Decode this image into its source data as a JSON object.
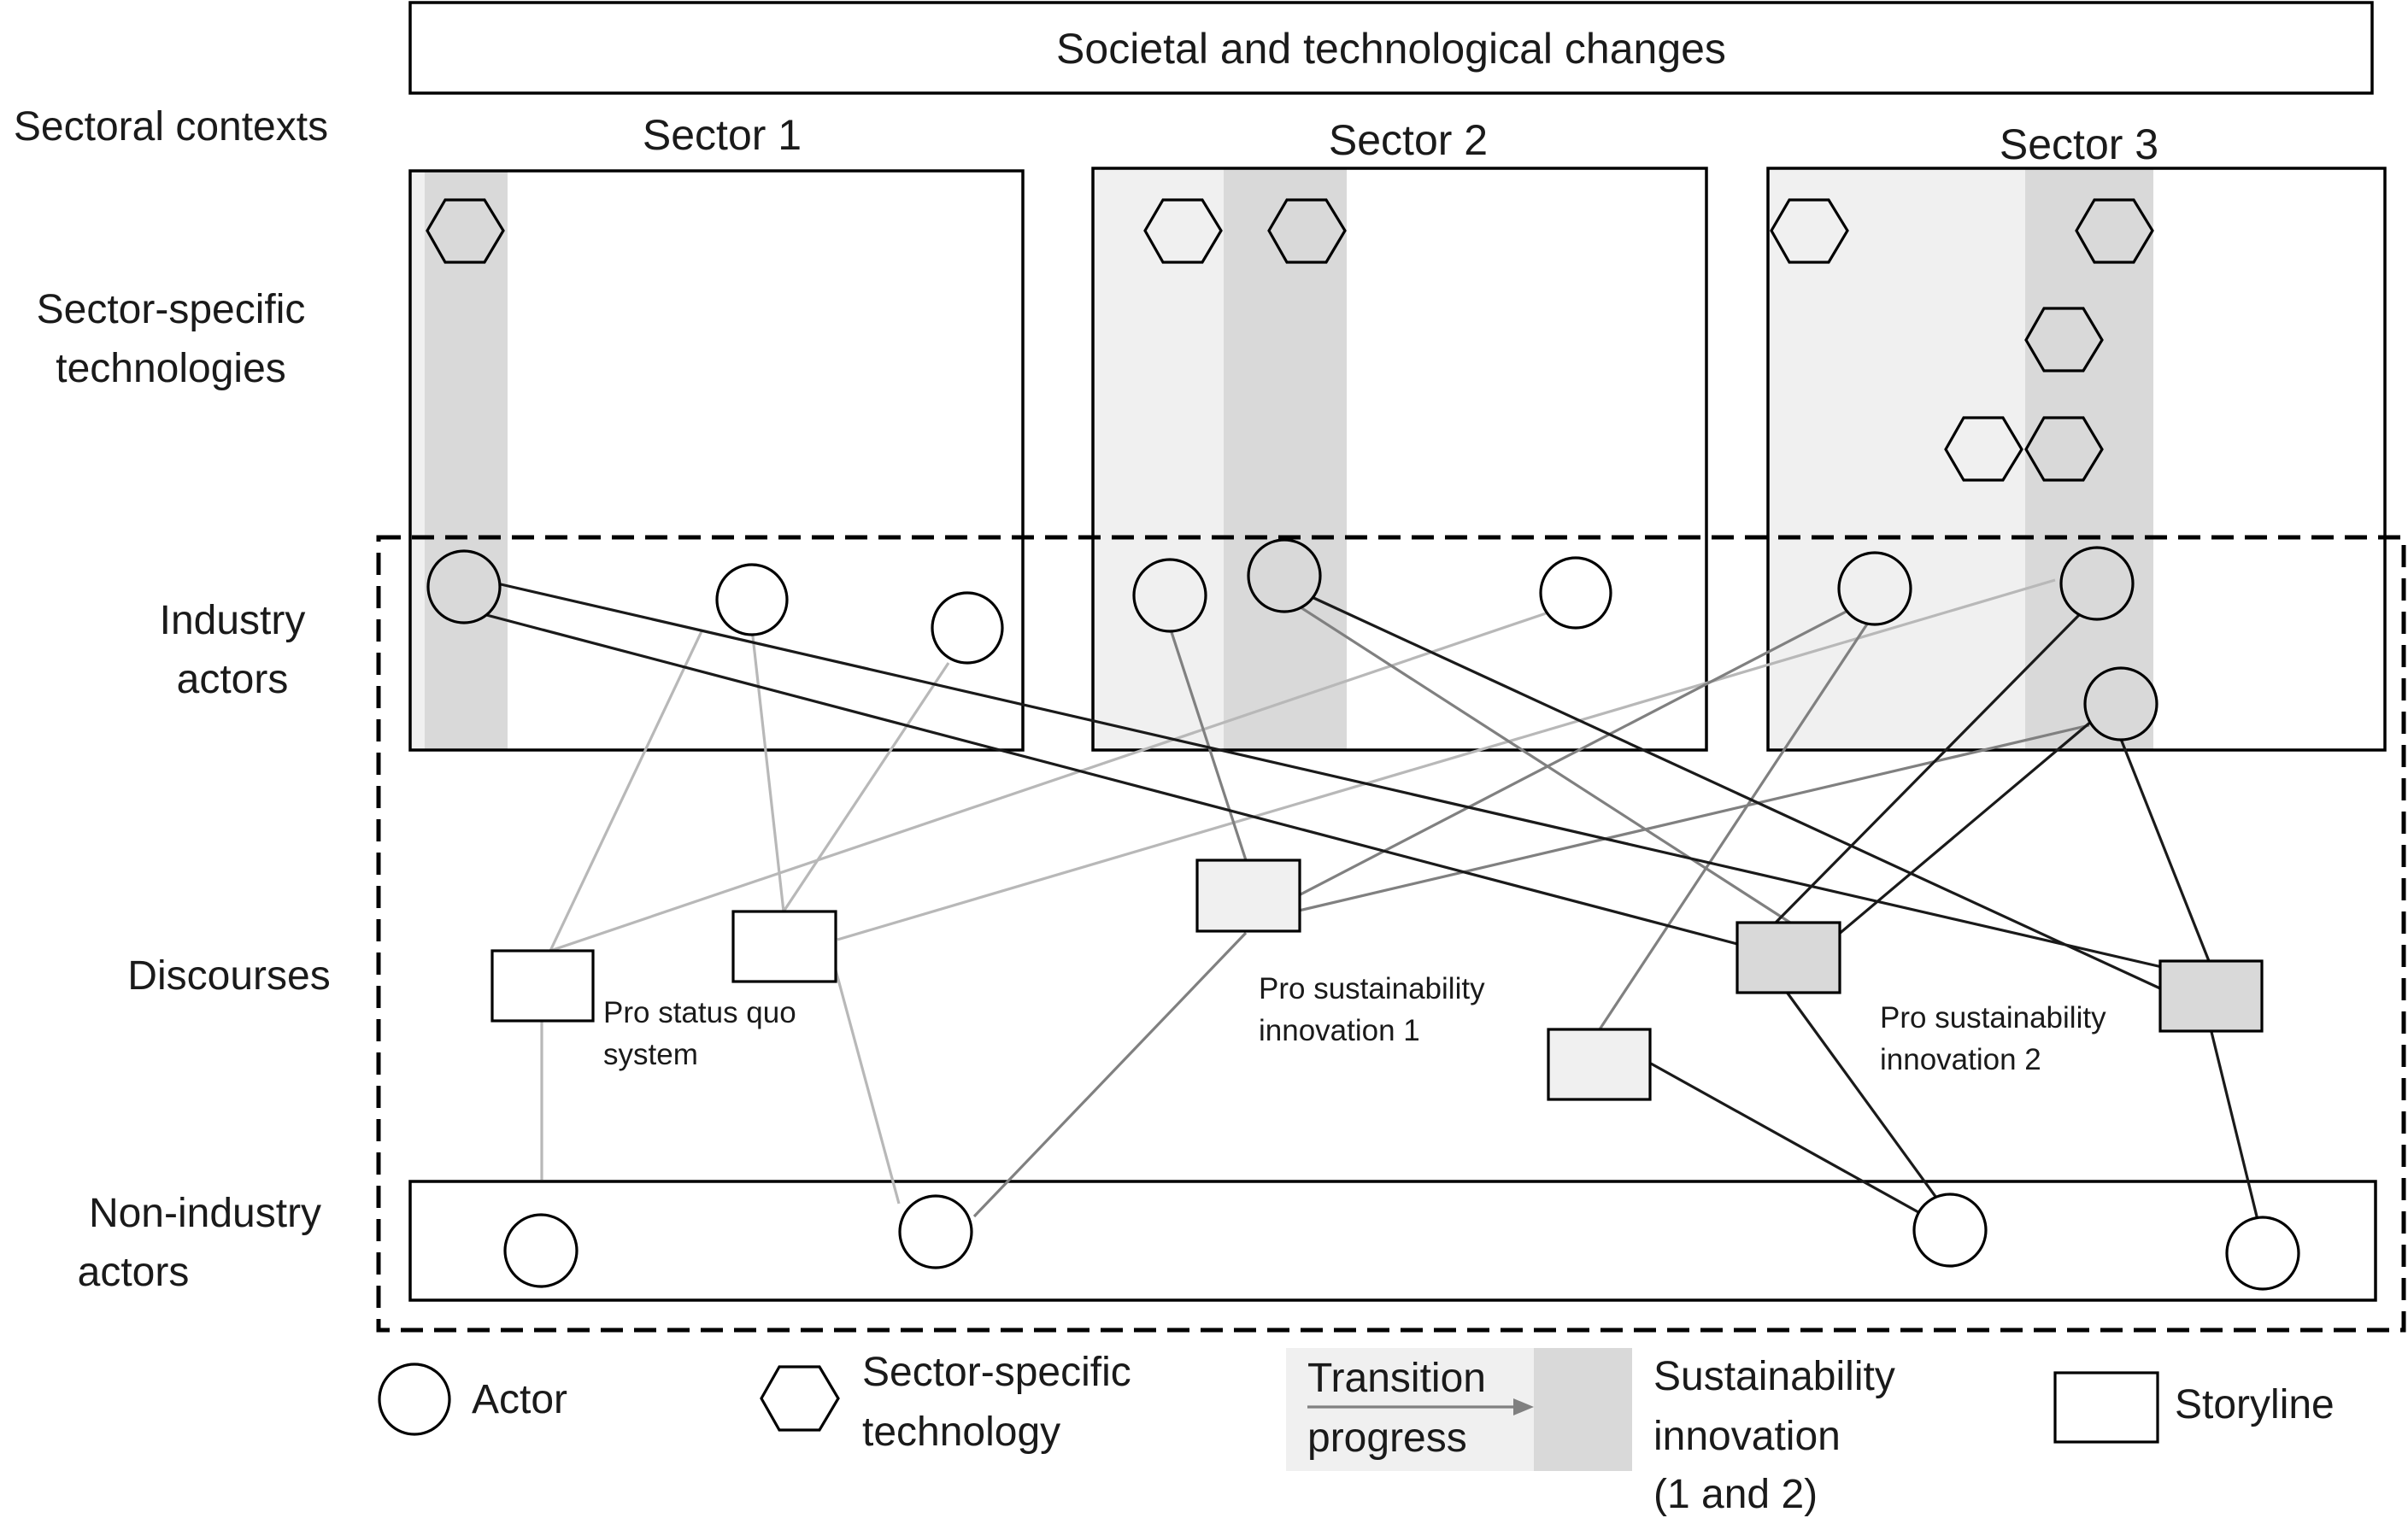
{
  "top_banner": "Societal and technological changes",
  "row_labels": {
    "sectoral_contexts": "Sectoral contexts",
    "technologies_line1": "Sector-specific",
    "technologies_line2": "technologies",
    "industry_line1": "Industry",
    "industry_line2": "actors",
    "discourses": "Discourses",
    "nonindustry_line1": "Non-industry",
    "nonindustry_line2": "actors"
  },
  "sectors": [
    "Sector 1",
    "Sector 2",
    "Sector 3"
  ],
  "annotations": {
    "status_quo_line1": "Pro status quo",
    "status_quo_line2": "system",
    "innov1_line1": "Pro sustainability",
    "innov1_line2": "innovation 1",
    "innov2_line1": "Pro sustainability",
    "innov2_line2": "innovation 2"
  },
  "legend": {
    "actor": "Actor",
    "technology_line1": "Sector-specific",
    "technology_line2": "technology",
    "transition_line1": "Transition",
    "transition_line2": "progress",
    "innovation_line1": "Sustainability",
    "innovation_line2": "innovation",
    "innovation_line3": "(1 and 2)",
    "storyline": "Storyline"
  },
  "colors": {
    "light_fill": "#f0f0f0",
    "dark_fill": "#d9d9d9",
    "light_edge": "#b8b8b8",
    "mid_edge": "#808080",
    "dark_edge": "#1a1a1a"
  }
}
